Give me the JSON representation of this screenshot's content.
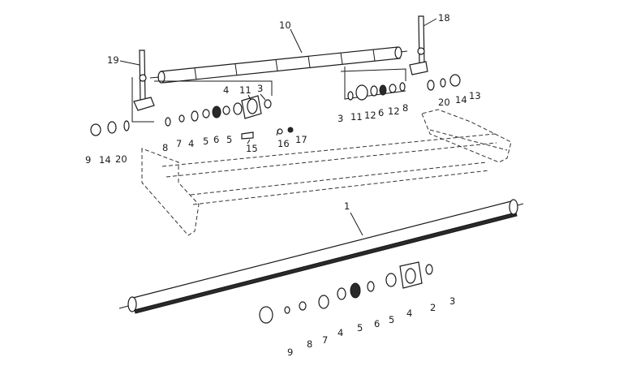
{
  "labels": {
    "l1": "1",
    "l2": "2",
    "l3a": "3",
    "l3b": "3",
    "l3c": "3",
    "l4a": "4",
    "l4b": "4",
    "l4c": "4",
    "l4d": "4",
    "l5a": "5",
    "l5b": "5",
    "l5c": "5",
    "l5d": "5",
    "l6a": "6",
    "l6b": "6",
    "l6c": "6",
    "l7a": "7",
    "l7b": "7",
    "l8a": "8",
    "l8b": "8",
    "l8c": "8",
    "l9a": "9",
    "l9b": "9",
    "l10": "10",
    "l11a": "11",
    "l11b": "11",
    "l12a": "12",
    "l12b": "12",
    "l13": "13",
    "l14a": "14",
    "l14b": "14",
    "l15": "15",
    "l16": "16",
    "l17": "17",
    "l18": "18",
    "l19": "19",
    "l20a": "20",
    "l20b": "20"
  }
}
